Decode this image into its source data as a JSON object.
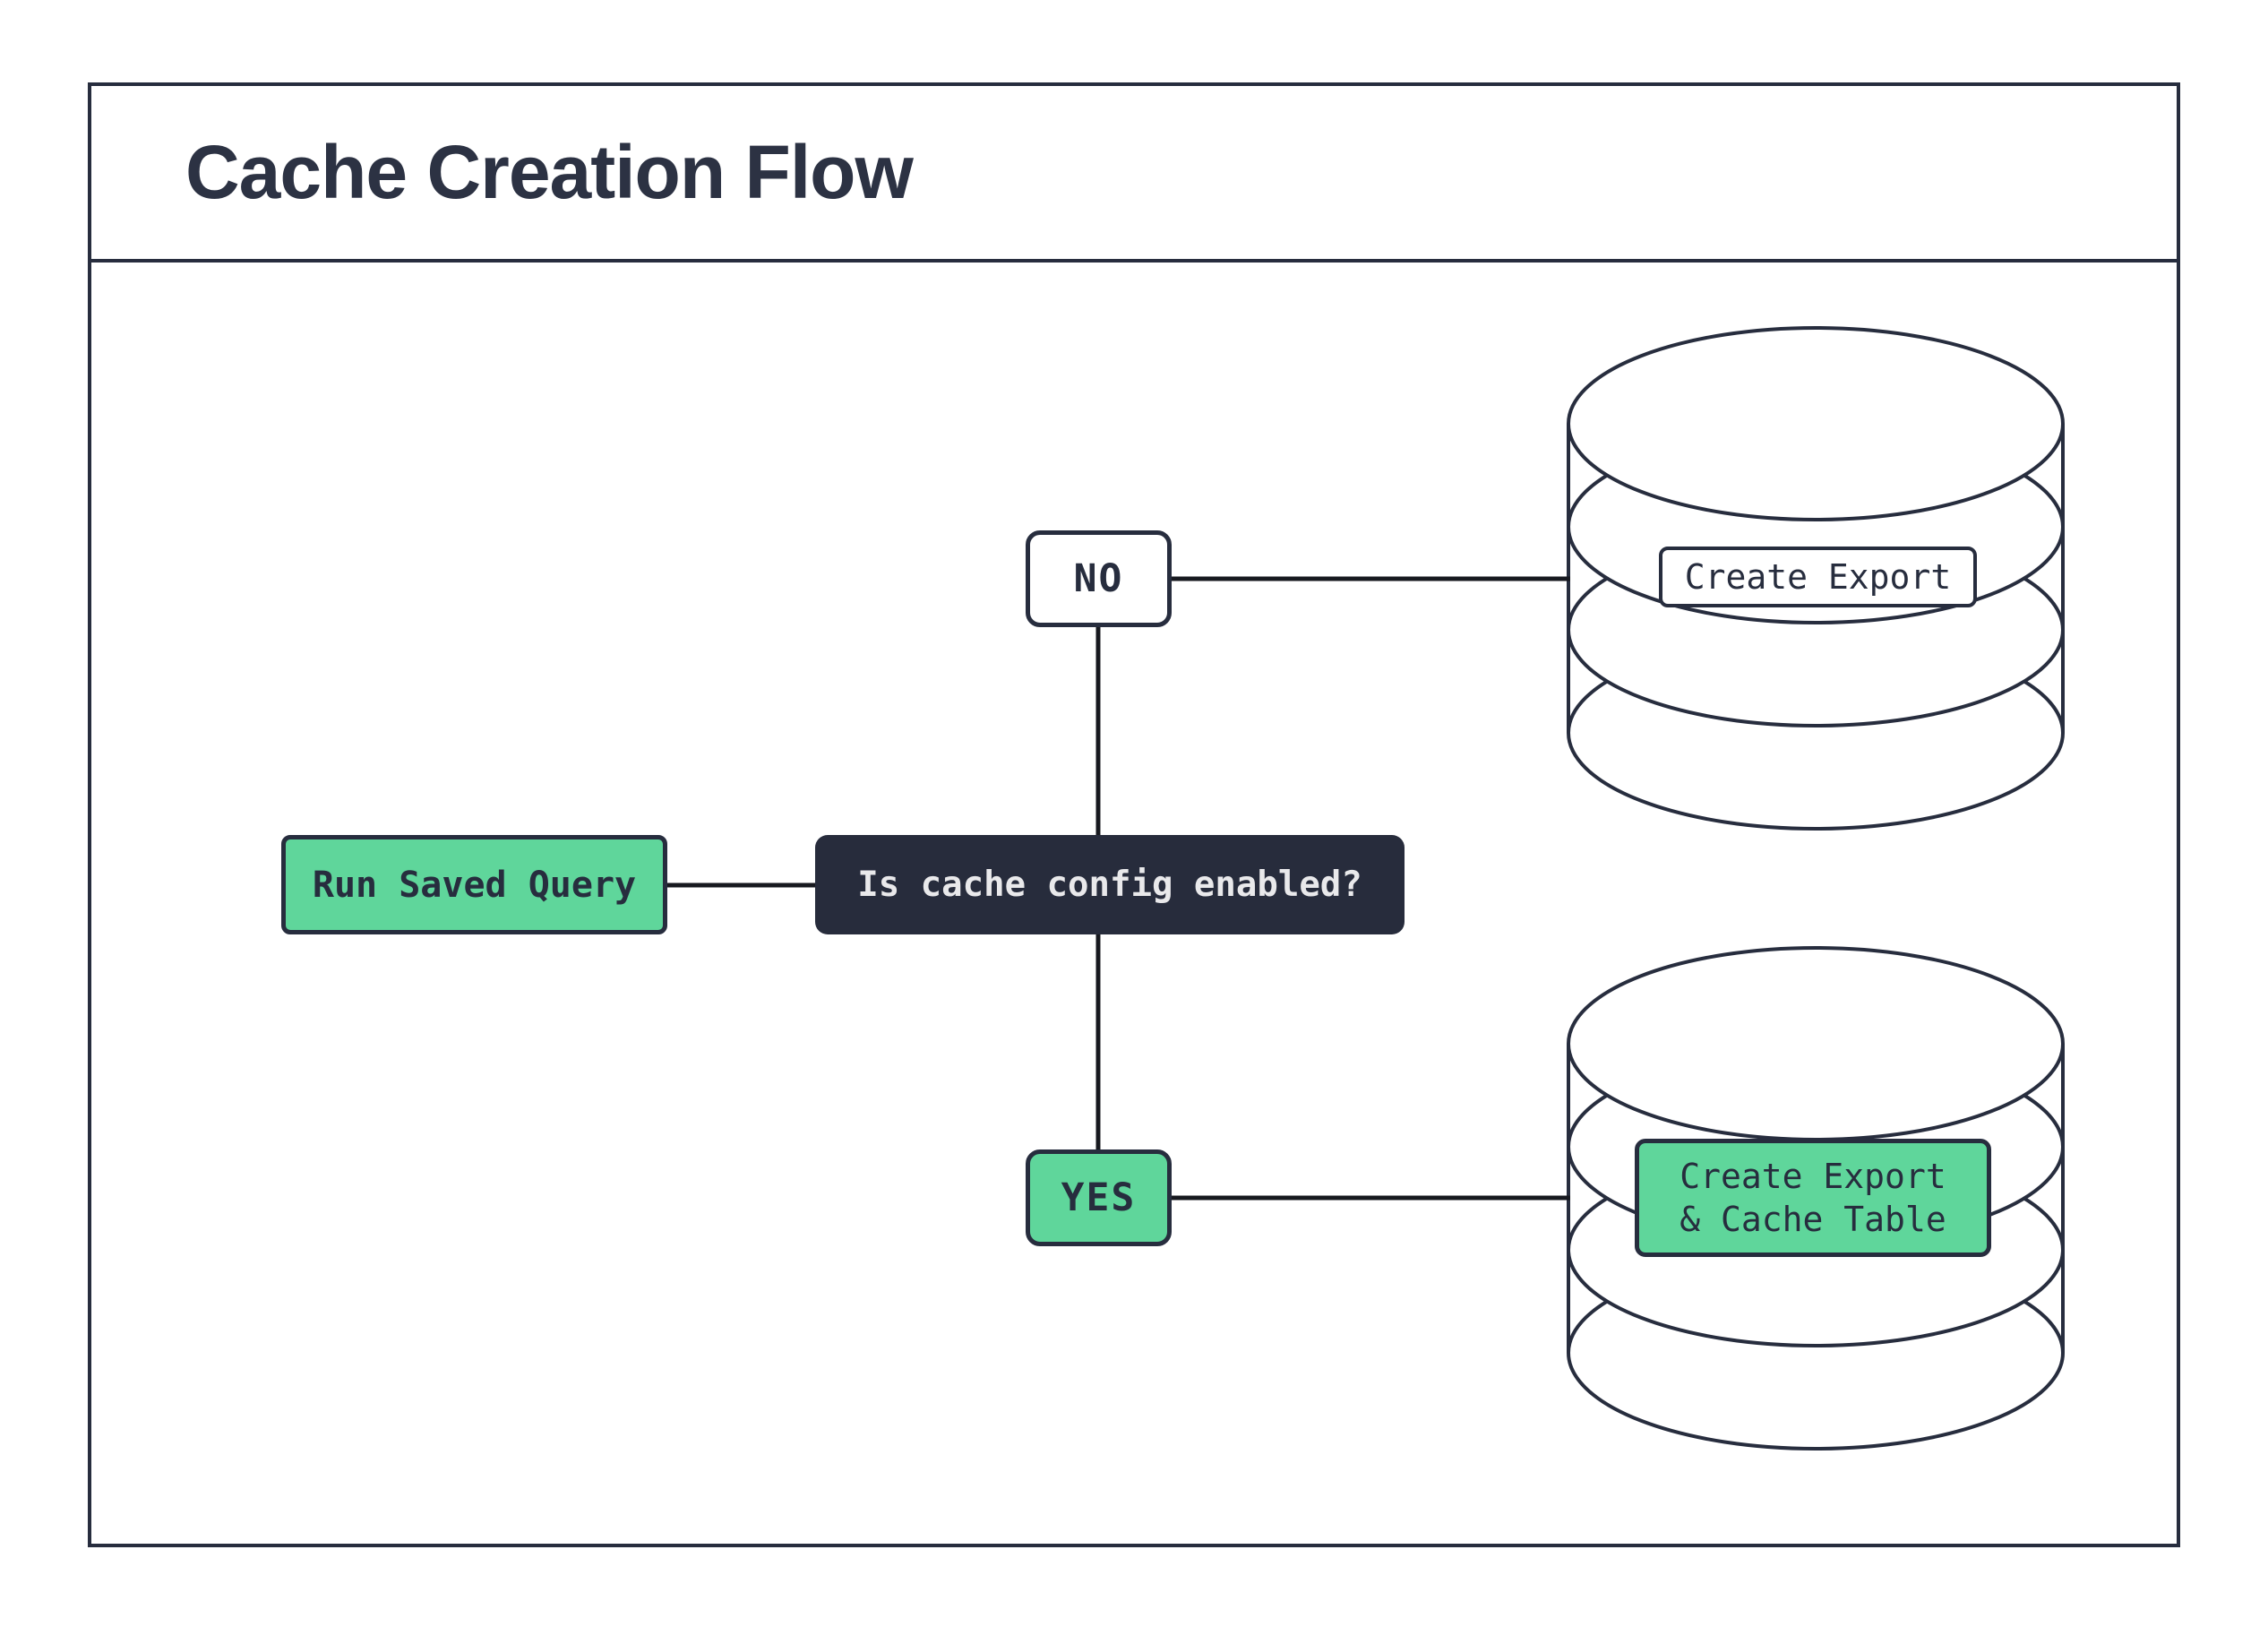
{
  "title": "Cache Creation Flow",
  "nodes": {
    "run_query": {
      "label": "Run Saved Query"
    },
    "decision": {
      "label": "Is cache config enabled?"
    },
    "branch_no": {
      "label": "NO"
    },
    "branch_yes": {
      "label": "YES"
    },
    "db_no_action": {
      "label": "Create Export"
    },
    "db_yes_action": {
      "line1": "Create Export",
      "line2": "& Cache Table"
    }
  },
  "colors": {
    "ink": "#272d3e",
    "green": "#5fd69b",
    "dark_node_fill": "#272c3c",
    "light_text": "#e9e9eb",
    "connector": "#17191f",
    "background": "#ffffff"
  }
}
